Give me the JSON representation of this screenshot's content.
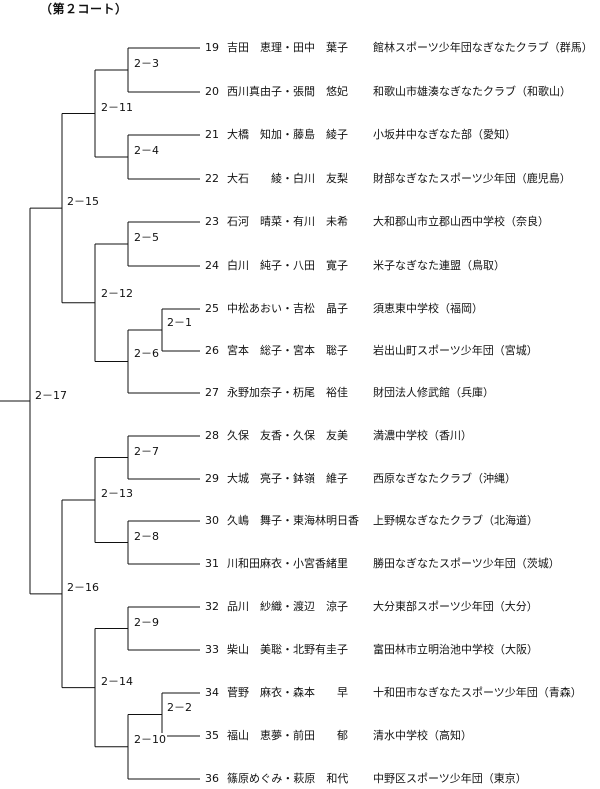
{
  "court_title": "（第２コート）",
  "entries": [
    {
      "num": "19",
      "players": "吉田　恵理・田中　葉子",
      "team": "館林スポーツ少年団なぎなたクラブ（群馬）"
    },
    {
      "num": "20",
      "players": "西川真由子・張間　悠妃",
      "team": "和歌山市雄湊なぎなたクラブ（和歌山）"
    },
    {
      "num": "21",
      "players": "大橋　知加・藤島　綾子",
      "team": "小坂井中なぎなた部（愛知）"
    },
    {
      "num": "22",
      "players": "大石　　綾・白川　友梨",
      "team": "財部なぎなたスポーツ少年団（鹿児島）"
    },
    {
      "num": "23",
      "players": "石河　晴菜・有川　未希",
      "team": "大和郡山市立郡山西中学校（奈良）"
    },
    {
      "num": "24",
      "players": "白川　純子・八田　寛子",
      "team": "米子なぎなた連盟（鳥取）"
    },
    {
      "num": "25",
      "players": "中松あおい・吉松　晶子",
      "team": "須恵東中学校（福岡）"
    },
    {
      "num": "26",
      "players": "宮本　総子・宮本　聡子",
      "team": "岩出山町スポーツ少年団（宮城）"
    },
    {
      "num": "27",
      "players": "永野加奈子・杤尾　裕佳",
      "team": "財団法人修武館（兵庫）"
    },
    {
      "num": "28",
      "players": "久保　友香・久保　友美",
      "team": "満濃中学校（香川）"
    },
    {
      "num": "29",
      "players": "大城　亮子・鉢嶺　維子",
      "team": "西原なぎなたクラブ（沖縄）"
    },
    {
      "num": "30",
      "players": "久嶋　舞子・東海林明日香",
      "team": "上野幌なぎなたクラブ（北海道）"
    },
    {
      "num": "31",
      "players": "川和田麻衣・小宮香緒里",
      "team": "勝田なぎなたスポーツ少年団（茨城）"
    },
    {
      "num": "32",
      "players": "品川　紗織・渡辺　涼子",
      "team": "大分東部スポーツ少年団（大分）"
    },
    {
      "num": "33",
      "players": "柴山　美聡・北野有圭子",
      "team": "富田林市立明治池中学校（大阪）"
    },
    {
      "num": "34",
      "players": "菅野　麻衣・森本　　早",
      "team": "十和田市なぎなたスポーツ少年団（青森）"
    },
    {
      "num": "35",
      "players": "福山　恵夢・前田　　郁",
      "team": "清水中学校（高知）"
    },
    {
      "num": "36",
      "players": "篠原めぐみ・萩原　和代",
      "team": "中野区スポーツ少年団（東京）"
    }
  ],
  "matches": [
    {
      "id": "m2-1",
      "label": "2－1"
    },
    {
      "id": "m2-2",
      "label": "2－2"
    },
    {
      "id": "m2-3",
      "label": "2－3"
    },
    {
      "id": "m2-4",
      "label": "2－4"
    },
    {
      "id": "m2-5",
      "label": "2－5"
    },
    {
      "id": "m2-6",
      "label": "2－6"
    },
    {
      "id": "m2-7",
      "label": "2－7"
    },
    {
      "id": "m2-8",
      "label": "2－8"
    },
    {
      "id": "m2-9",
      "label": "2－9"
    },
    {
      "id": "m2-10",
      "label": "2－10"
    },
    {
      "id": "m2-11",
      "label": "2－11"
    },
    {
      "id": "m2-12",
      "label": "2－12"
    },
    {
      "id": "m2-13",
      "label": "2－13"
    },
    {
      "id": "m2-14",
      "label": "2－14"
    },
    {
      "id": "m2-15",
      "label": "2－15"
    },
    {
      "id": "m2-16",
      "label": "2－16"
    },
    {
      "id": "m2-17",
      "label": "2－17"
    }
  ]
}
